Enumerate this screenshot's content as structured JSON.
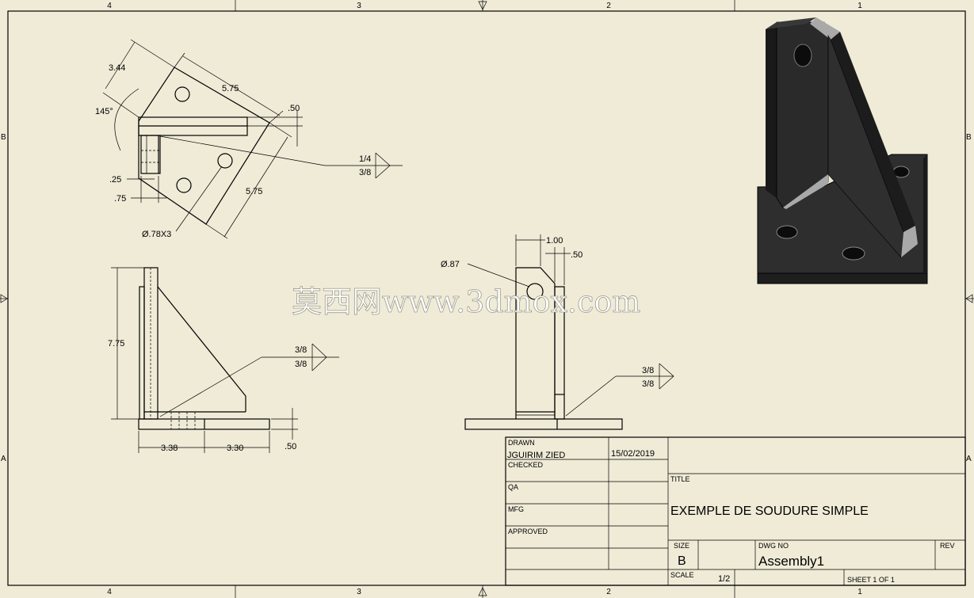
{
  "zones": {
    "columns": [
      "4",
      "3",
      "2",
      "1"
    ],
    "rows": [
      "B",
      "A"
    ]
  },
  "top_view": {
    "dim_344": "3.44",
    "dim_575_top": "5.75",
    "angle": "145°",
    "dim_050": ".50",
    "weld_top": "1/4",
    "weld_bottom": "3/8",
    "dim_025": ".25",
    "dim_075": ".75",
    "dim_575_side": "5.75",
    "holes_note": "Ø.78X3"
  },
  "front_view": {
    "height": "7.75",
    "weld_top": "3/8",
    "weld_bottom": "3/8",
    "dim_338": "3.38",
    "dim_330": "3.30",
    "dim_050": ".50"
  },
  "side_view": {
    "dim_100": "1.00",
    "dim_050": ".50",
    "hole": "Ø.87",
    "weld_top": "3/8",
    "weld_bottom": "3/8"
  },
  "watermark": "莫西网www.3dmox.com",
  "title_block": {
    "drawn_label": "DRAWN",
    "drawn_name": "JGUIRIM ZIED",
    "drawn_date": "15/02/2019",
    "checked_label": "CHECKED",
    "qa_label": "QA",
    "mfg_label": "MFG",
    "approved_label": "APPROVED",
    "title_label": "TITLE",
    "title": "EXEMPLE DE SOUDURE SIMPLE",
    "size_label": "SIZE",
    "size": "B",
    "dwg_label": "DWG NO",
    "dwg_no": "Assembly1",
    "rev_label": "REV",
    "scale_label": "SCALE",
    "scale": "1/2",
    "sheet": "SHEET 1  OF 1"
  },
  "colors": {
    "paper": "#efebd7",
    "line": "#000000",
    "model_dark": "#1e1e1e",
    "model_face": "#2e2e2e",
    "model_highlight": "#a9a9a9",
    "watermark": "#ffffff"
  }
}
